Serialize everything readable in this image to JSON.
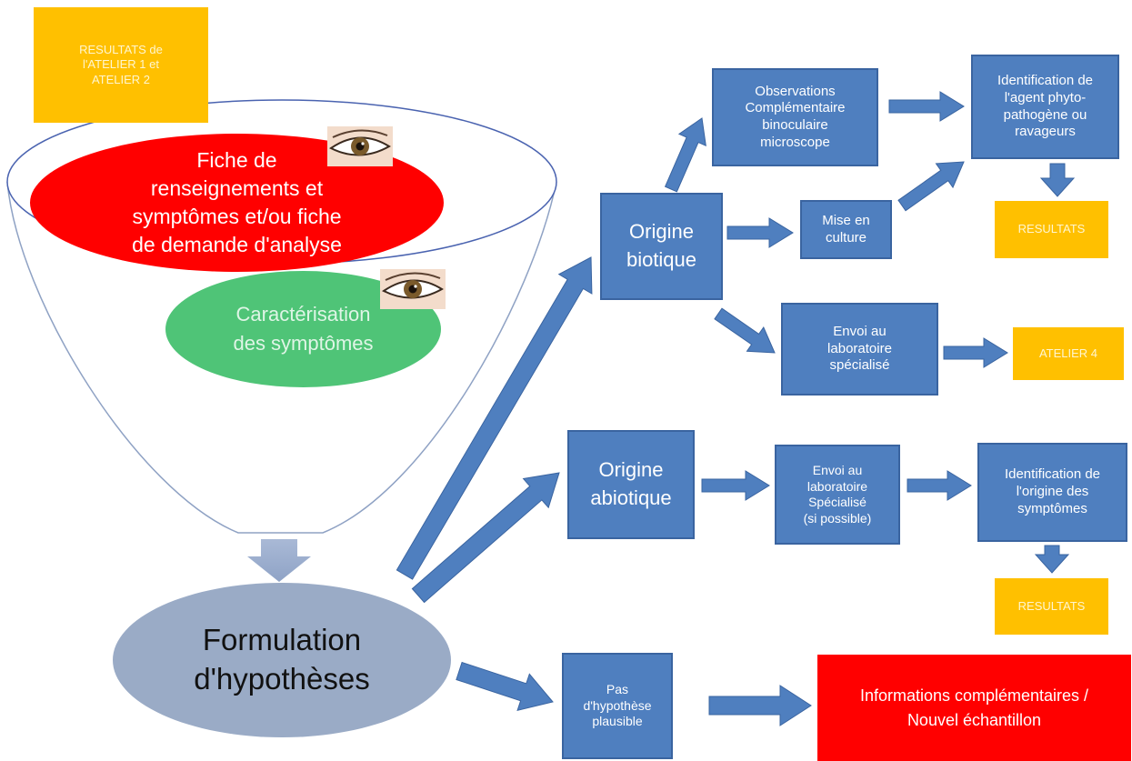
{
  "colors": {
    "box_blue": "#4f7fbf",
    "arrow_blue": "#4f7fbf",
    "orange": "#ffc000",
    "red": "#ff0000",
    "green": "#4fc477",
    "grey": "#9aabc6"
  },
  "top_left_result": "RESULTATS  de\nl'ATELIER  1 et\nATELIER  2",
  "funnel": {
    "red_ellipse": "Fiche de\nrenseignements et\nsymptômes et/ou fiche\nde demande d'analyse",
    "green_ellipse": "Caractérisation\ndes symptômes",
    "eye_icon": "eye-icon"
  },
  "hypotheses": "Formulation\nd'hypothèses",
  "biotique": {
    "origin": "Origine\nbiotique",
    "observations": "Observations\nComplémentaire\nbinoculaire\nmicroscope",
    "identification": "Identification de\nl'agent phyto-\npathogène ou\nravageurs",
    "culture": "Mise en\nculture",
    "resultats": "RESULTATS",
    "envoi": "Envoi au\nlaboratoire\nspécialisé",
    "atelier4": "ATELIER  4"
  },
  "abiotique": {
    "origin": "Origine\nabiotique",
    "envoi": "Envoi au\nlaboratoire\nSpécialisé\n(si possible)",
    "identification": "Identification de\nl'origine des\nsymptômes",
    "resultats": "RESULTATS"
  },
  "no_hypothesis": {
    "label": "Pas\nd'hypothèse\nplausible",
    "info": "Informations complémentaires /\nNouvel échantillon"
  }
}
